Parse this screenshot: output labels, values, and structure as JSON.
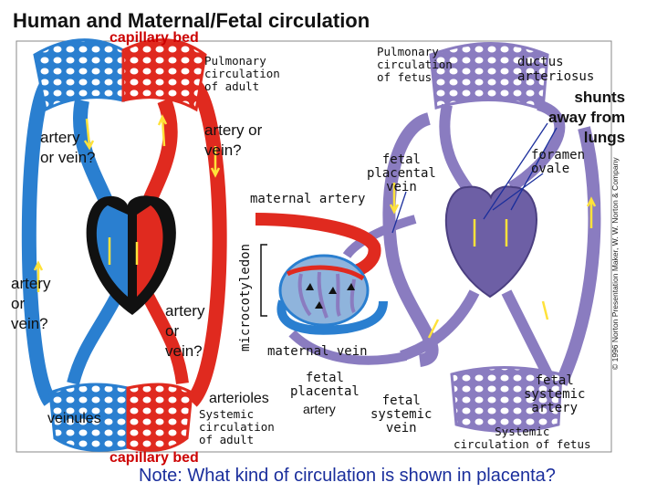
{
  "title": "Human and Maternal/Fetal circulation",
  "labels": {
    "capillary_bed_top": "capillary bed",
    "capillary_bed_bottom": "capillary bed",
    "pulmonary_adult": "Pulmonary\ncirculation\nof adult",
    "pulmonary_fetus": "Pulmonary\ncirculation\nof fetus",
    "ductus_arteriosus": "ductus\narteriosus",
    "shunts": "shunts\naway from\nlungs",
    "foramen_ovale": "foramen\novale",
    "fetal_placental_vein": "fetal\nplacental\nvein",
    "maternal_artery": "maternal artery",
    "microcotyledon": "microcotyledon",
    "maternal_vein": "maternal vein",
    "fetal_placental_artery_1": "fetal\nplacental",
    "fetal_placental_artery_2": "artery",
    "fetal_systemic_vein": "fetal\nsystemic\nvein",
    "fetal_systemic_artery": "fetal\nsystemic\nartery",
    "systemic_fetus": "Systemic\ncirculation of fetus",
    "systemic_adult": "Systemic\ncirculation\nof adult",
    "arterioles": "arterioles",
    "veinules": "veinules",
    "q_left_top": "artery\nor vein?",
    "q_mid_top": "artery or\nvein?",
    "q_left_bottom": "artery\nor\nvein?",
    "q_mid_bottom": "artery\nor\nvein?",
    "copyright": "© 1996 Norton Presentation Maker, W. W. Norton & Company",
    "note": "Note: What kind of circulation is shown in placenta?"
  },
  "colors": {
    "artery_red": "#e02a1f",
    "vein_blue": "#2a7fd0",
    "fetal_purple": "#8a7cc0",
    "heart_black": "#111111",
    "arrow_yellow": "#ffe23a",
    "label_red": "#cc0000"
  }
}
